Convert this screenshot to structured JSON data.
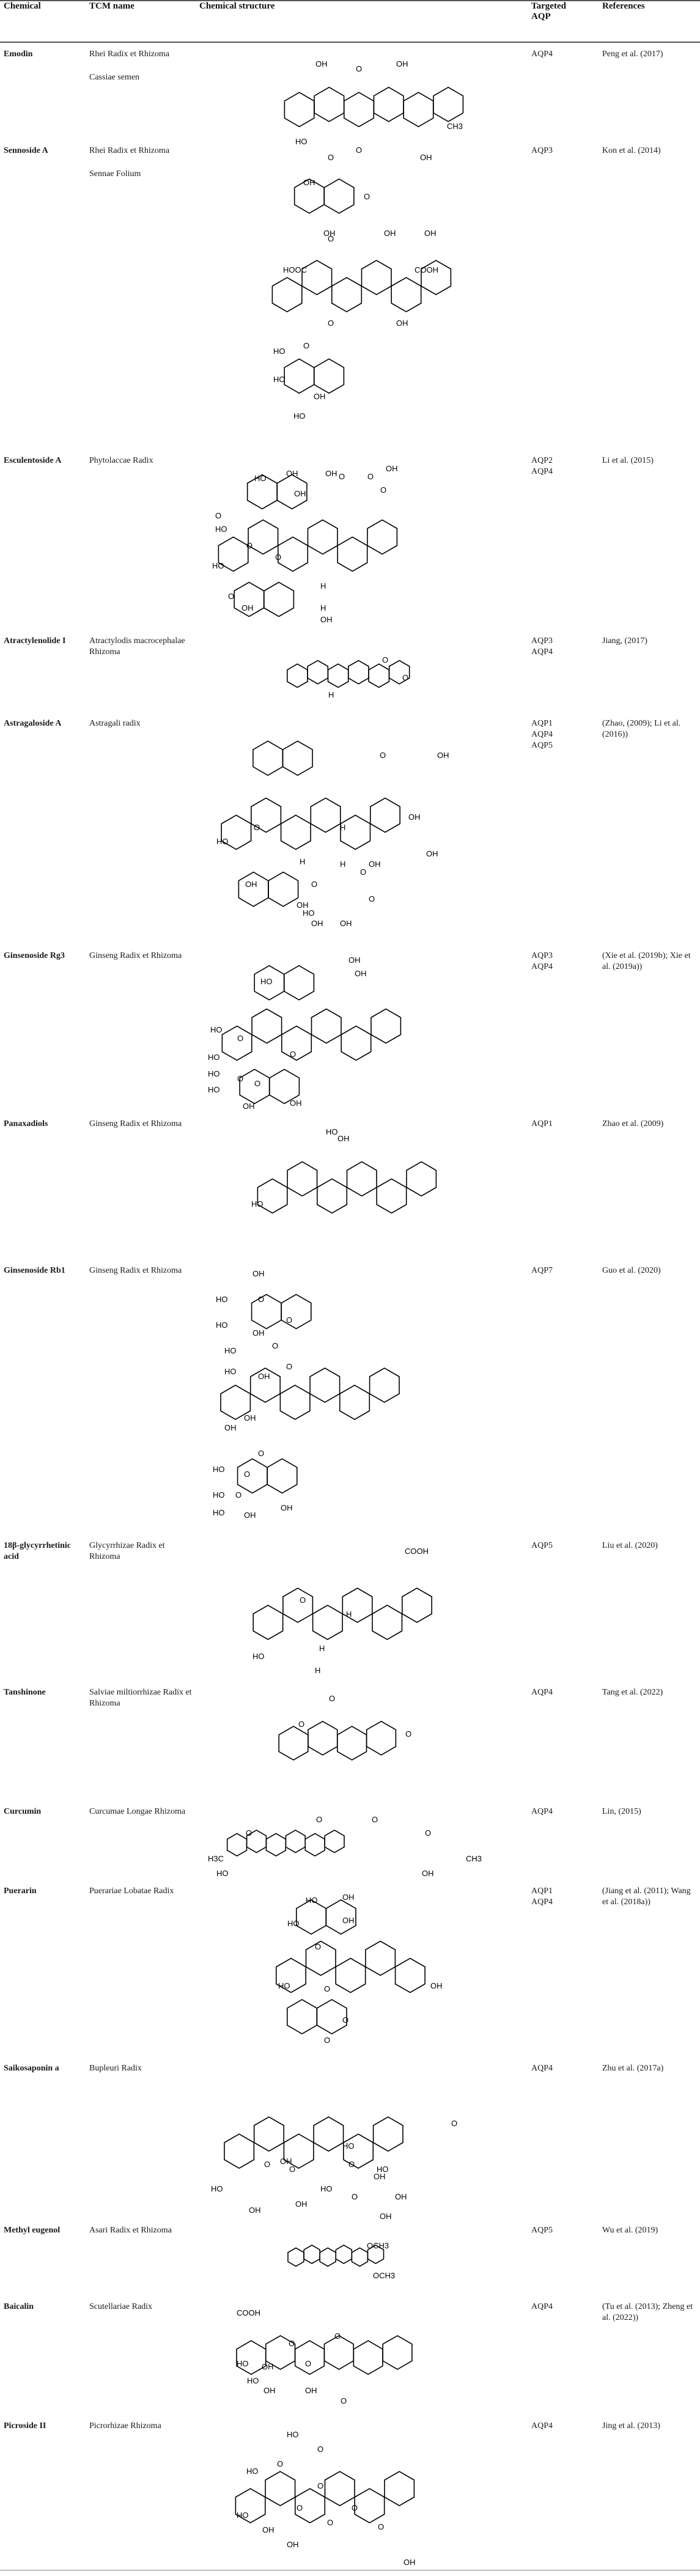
{
  "header": {
    "chemical": "Chemical",
    "tcm_name": "TCM name",
    "structure": "Chemical structure",
    "targeted_aqp": "Targeted AQP",
    "references": "References"
  },
  "rows": [
    {
      "chemical": "Emodin",
      "tcm": [
        "Rhei Radix et Rhizoma",
        "Cassiae semen"
      ],
      "aqp": [
        "AQP4"
      ],
      "ref": "Peng et al. (2017)",
      "labels": [
        "OH",
        "O",
        "OH",
        "HO",
        "O",
        "CH3"
      ]
    },
    {
      "chemical": "Sennoside A",
      "tcm": [
        "Rhei Radix et Rhizoma",
        "Sennae Folium"
      ],
      "aqp": [
        "AQP3"
      ],
      "ref": "Kon et al. (2014)",
      "labels": [
        "OH",
        "O",
        "O",
        "OH",
        "OH",
        "OH",
        "OH",
        "O",
        "HOOC",
        "COOH",
        "O",
        "OH",
        "HO",
        "O",
        "HO",
        "OH",
        "HO"
      ]
    },
    {
      "chemical": "Esculentoside A",
      "tcm": [
        "Phytolaccae Radix"
      ],
      "aqp": [
        "AQP2",
        "AQP4"
      ],
      "ref": "Li et al. (2015)",
      "labels": [
        "O",
        "O",
        "O",
        "OH",
        "HO",
        "OH",
        "OH",
        "OH",
        "O",
        "HO",
        "O",
        "O",
        "HO",
        "O",
        "OH",
        "H",
        "H",
        "OH"
      ]
    },
    {
      "chemical": "Atractylenolide I",
      "tcm": [
        "Atractylodis macrocephalae Rhizoma"
      ],
      "aqp": [
        "AQP3",
        "AQP4"
      ],
      "ref": "Jiang, (2017)",
      "labels": [
        "O",
        "O",
        "H"
      ]
    },
    {
      "chemical": "Astragaloside A",
      "tcm": [
        "Astragali radix"
      ],
      "aqp": [
        "AQP1",
        "AQP4",
        "AQP5"
      ],
      "ref": "(Zhao, (2009); Li et al. (2016))",
      "labels": [
        "O",
        "OH",
        "OH",
        "H",
        "HO",
        "O",
        "H",
        "OH",
        "O",
        "H",
        "OH",
        "OH",
        "O",
        "O",
        "OH",
        "HO",
        "OH",
        "OH"
      ]
    },
    {
      "chemical": "Ginsenoside Rg3",
      "tcm": [
        "Ginseng Radix et Rhizoma"
      ],
      "aqp": [
        "AQP3",
        "AQP4"
      ],
      "ref": "(Xie et al. (2019b); Xie et al. (2019a))",
      "labels": [
        "HO",
        "OH",
        "OH",
        "O",
        "HO",
        "O",
        "HO",
        "O",
        "HO",
        "O",
        "HO",
        "OH",
        "OH"
      ]
    },
    {
      "chemical": "Panaxadiols",
      "tcm": [
        "Ginseng Radix et Rhizoma"
      ],
      "aqp": [
        "AQP1"
      ],
      "ref": "Zhao et al. (2009)",
      "labels": [
        "HO",
        "OH",
        "HO"
      ]
    },
    {
      "chemical": "Ginsenoside Rb1",
      "tcm": [
        "Ginseng Radix et Rhizoma"
      ],
      "aqp": [
        "AQP7"
      ],
      "ref": "Guo et al. (2020)",
      "labels": [
        "OH",
        "HO",
        "O",
        "HO",
        "OH",
        "O",
        "HO",
        "O",
        "HO",
        "OH",
        "O",
        "OH",
        "OH",
        "O",
        "HO",
        "O",
        "HO",
        "O",
        "HO",
        "OH",
        "OH"
      ]
    },
    {
      "chemical": "18β-glycyrrhetinic acid",
      "tcm": [
        "Glycyrrhizae Radix et Rhizoma"
      ],
      "aqp": [
        "AQP5"
      ],
      "ref": "Liu et al. (2020)",
      "labels": [
        "COOH",
        "O",
        "H",
        "H",
        "HO",
        "H"
      ]
    },
    {
      "chemical": "Tanshinone",
      "tcm": [
        "Salviae miltiorrhizae Radix et Rhizoma"
      ],
      "aqp": [
        "AQP4"
      ],
      "ref": "Tang et al. (2022)",
      "labels": [
        "O",
        "O",
        "O"
      ]
    },
    {
      "chemical": "Curcumin",
      "tcm": [
        "Curcumae Longae Rhizoma"
      ],
      "aqp": [
        "AQP4"
      ],
      "ref": "Lin, (2015)",
      "labels": [
        "H3C",
        "O",
        "O",
        "O",
        "O",
        "CH3",
        "HO",
        "OH"
      ]
    },
    {
      "chemical": "Puerarin",
      "tcm": [
        "Puerariae Lobatae Radix"
      ],
      "aqp": [
        "AQP1",
        "AQP4"
      ],
      "ref": "(Jiang et al. (2011); Wang et al. (2018a))",
      "labels": [
        "HO",
        "OH",
        "HO",
        "O",
        "OH",
        "HO",
        "O",
        "O",
        "OH",
        "O"
      ]
    },
    {
      "chemical": "Saikosaponin a",
      "tcm": [
        "Bupleuri Radix"
      ],
      "aqp": [
        "AQP4"
      ],
      "ref": "Zhu et al. (2017a)",
      "labels": [
        "O",
        "HO",
        "OH",
        "OH",
        "HO",
        "O",
        "O",
        "HO",
        "O",
        "O",
        "HO",
        "OH",
        "OH",
        "OH",
        "OH"
      ]
    },
    {
      "chemical": "Methyl eugenol",
      "tcm": [
        "Asari Radix et Rhizoma"
      ],
      "aqp": [
        "AQP5"
      ],
      "ref": "Wu et al. (2019)",
      "labels": [
        "OCH3",
        "OCH3"
      ]
    },
    {
      "chemical": "Baicalin",
      "tcm": [
        "Scutellariae Radix"
      ],
      "aqp": [
        "AQP4"
      ],
      "ref": "(Tu et al. (2013); Zheng et al. (2022))",
      "labels": [
        "COOH",
        "O",
        "O",
        "O",
        "HO",
        "OH",
        "HO",
        "OH",
        "OH",
        "O"
      ]
    },
    {
      "chemical": "Picroside II",
      "tcm": [
        "Picrorhizae Rhizoma"
      ],
      "aqp": [
        "AQP4"
      ],
      "ref": "Jing et al. (2013)",
      "labels": [
        "HO",
        "O",
        "HO",
        "O",
        "O",
        "O",
        "O",
        "HO",
        "OH",
        "OH",
        "O",
        "O",
        "OH"
      ]
    }
  ]
}
